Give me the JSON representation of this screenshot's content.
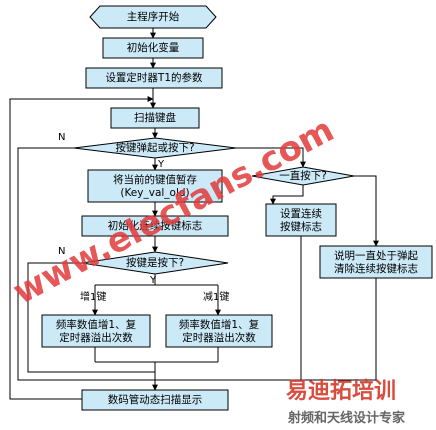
{
  "flowchart": {
    "start": "主程序开始",
    "init_vars": "初始化变量",
    "set_timer": "设置定时器T1的参数",
    "scan_keys": "扫描键盘",
    "key_decision": "按键弹起或按下?",
    "store_key_line1": "将当前的键值暂存",
    "store_key_line2": "(Key_val_old)",
    "init_flag": "初始化连续按键标志",
    "key_down_decision": "按键是按下?",
    "inc_key": "增1键",
    "dec_key": "减1键",
    "inc_box_line1": "频率数值增1、复",
    "inc_box_line2": "定时器溢出次数",
    "dec_box_line1": "频率数值增1、复",
    "dec_box_line2": "定时器溢出次数",
    "hold_decision": "一直按下?",
    "set_cont_line1": "设置连续",
    "set_cont_line2": "按键标志",
    "clear_cont_line1": "说明一直处于弹起",
    "clear_cont_line2": "清除连续按键标志",
    "display": "数码管动态扫描显示",
    "label_n1": "N",
    "label_y1": "Y",
    "label_n2": "N",
    "label_y2": "Y"
  },
  "watermarks": {
    "site": "www.elecfans.com",
    "logo_cn": "易迪拓培训",
    "logo_sub": "射频和天线设计专家"
  },
  "colors": {
    "box_fill": "#cce9f7",
    "watermark_red": "#e23b3b"
  }
}
